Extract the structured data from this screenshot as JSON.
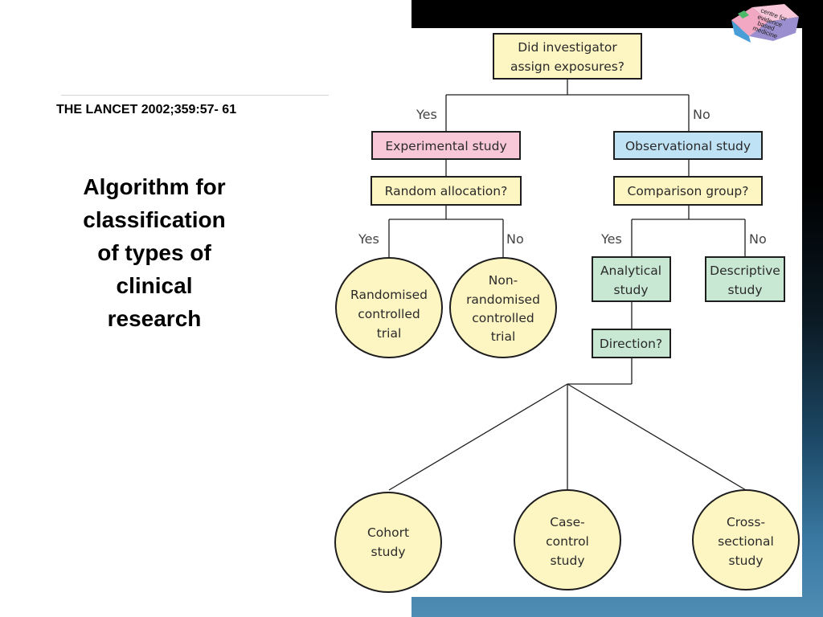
{
  "citation": "THE LANCET 2002;359:57- 61",
  "title_lines": [
    "Algorithm for",
    "classification",
    "of types of",
    "clinical",
    "research"
  ],
  "logo": {
    "icon": "cebm-cube-logo",
    "lines": [
      "centre for",
      "evidence",
      "based",
      "medicine"
    ]
  },
  "colors": {
    "question_fill": "#fdf5c2",
    "experimental_fill": "#f8c8d9",
    "observational_fill": "#bfe3f5",
    "analytical_fill": "#c9e8d3",
    "terminal_fill": "#fdf5c2",
    "stroke": "#1e1e1e",
    "dark_background": "#000000",
    "blue_background": "#4f8db4"
  },
  "diagram": {
    "q_assign": [
      "Did investigator",
      "assign exposures?"
    ],
    "yes_label": "Yes",
    "no_label": "No",
    "experimental": "Experimental study",
    "observational": "Observational study",
    "random_q": "Random allocation?",
    "comparison_q": "Comparison group?",
    "rct": [
      "Randomised",
      "controlled",
      "trial"
    ],
    "nrct": [
      "Non-",
      "randomised",
      "controlled",
      "trial"
    ],
    "analytical": [
      "Analytical",
      "study"
    ],
    "descriptive": [
      "Descriptive",
      "study"
    ],
    "direction_q": "Direction?",
    "cohort": [
      "Cohort",
      "study"
    ],
    "case_control": [
      "Case-",
      "control",
      "study"
    ],
    "cross_sectional": [
      "Cross-",
      "sectional",
      "study"
    ]
  }
}
